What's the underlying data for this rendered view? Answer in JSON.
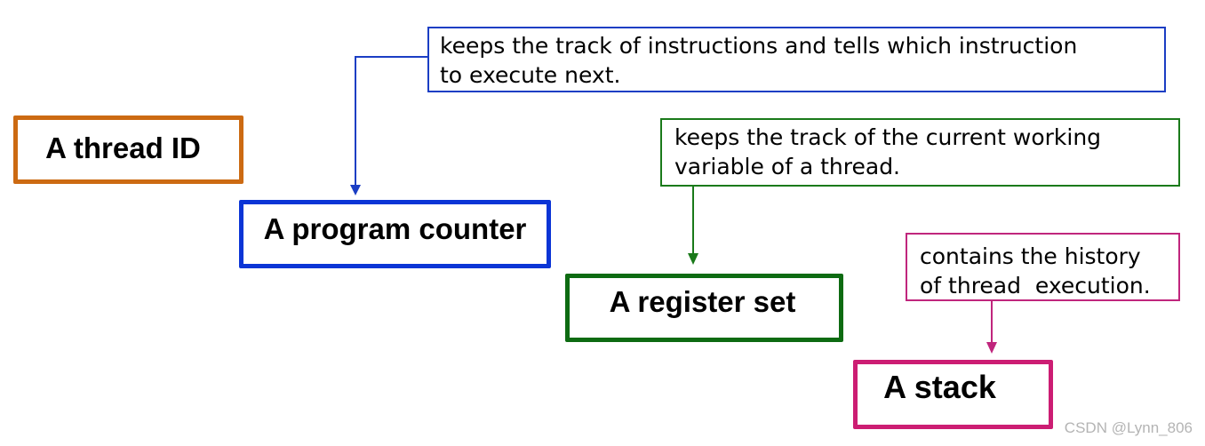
{
  "colors": {
    "thread_id": "#cc6a12",
    "program_counter": "#0b35d6",
    "register_set": "#0d6b12",
    "stack": "#cc1d73",
    "note_program_counter": "#1b3ec4",
    "note_register_set": "#1a7a1a",
    "note_stack": "#c0267d",
    "watermark": "#b4b4b4"
  },
  "components": {
    "thread_id": "A thread ID",
    "program_counter": "A program counter",
    "register_set": "A register set",
    "stack": "A stack"
  },
  "notes": {
    "program_counter": [
      "keeps the track of instructions and tells which instruction",
      "to execute next."
    ],
    "register_set": [
      "keeps the track of the current working",
      "variable of a thread."
    ],
    "stack": [
      "contains the history",
      "of thread  execution."
    ]
  },
  "watermark": "CSDN @Lynn_806"
}
